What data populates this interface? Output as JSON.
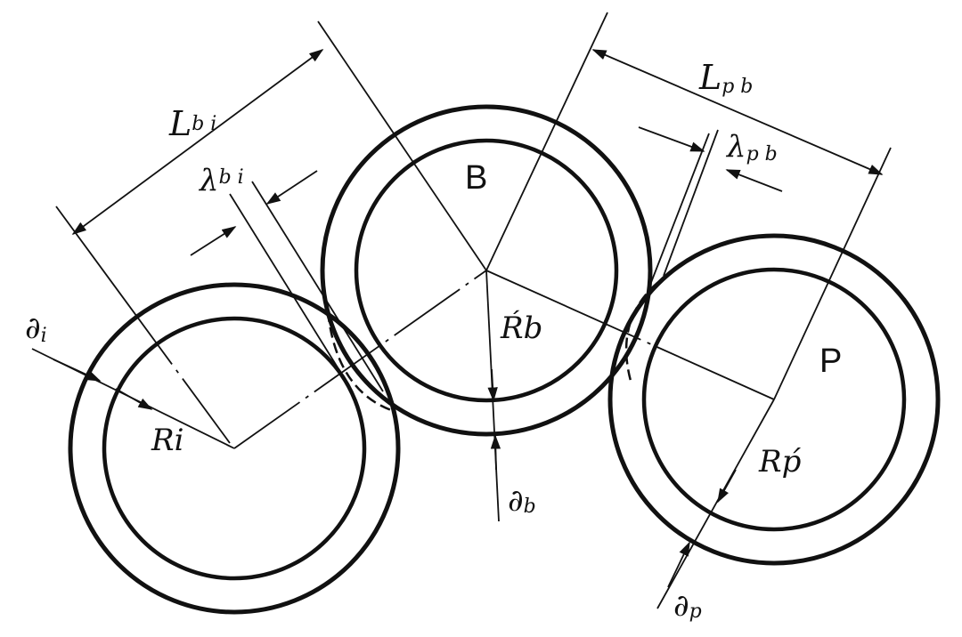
{
  "diagram": {
    "colors": {
      "ink": "#111111",
      "background": "#ffffff"
    },
    "labels": {
      "L_bi": {
        "main": "L",
        "sub": "b i"
      },
      "L_pb": {
        "main": "L",
        "sub": "p b"
      },
      "lambda_bi": {
        "main": "λ",
        "sub": "b i"
      },
      "lambda_pb": {
        "main": "λ",
        "sub": "p b"
      },
      "B": "B",
      "P": "P",
      "R_b": "Ŕb",
      "R_i": "Ri",
      "R_p": "Rṕ",
      "d_i": {
        "main": "∂",
        "sub": "i"
      },
      "d_b": {
        "main": "∂",
        "sub": "b"
      },
      "d_p": {
        "main": "∂",
        "sub": "p"
      }
    }
  }
}
